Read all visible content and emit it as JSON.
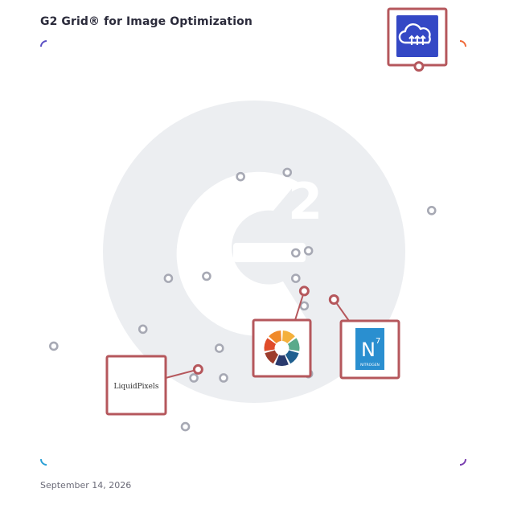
{
  "header": {
    "title": "G2 Grid® for Image Optimization"
  },
  "footer": {
    "date": "September 14, 2026"
  },
  "colors": {
    "frame_top_left": "#5a4fc4",
    "frame_top_right": "#f06a3a",
    "frame_bottom_left": "#2aa0d6",
    "frame_bottom_right": "#7a3fb0",
    "marker": "#a7a9b4",
    "callout": "#b5575c",
    "watermark": "#eceef1"
  },
  "chart_data": {
    "type": "scatter",
    "title": "G2 Grid® for Image Optimization",
    "xlim": [
      0,
      100
    ],
    "ylim": [
      0,
      100
    ],
    "quadrant_dividers": {
      "x": 50,
      "y": 50
    },
    "points": [
      {
        "x": 47,
        "y": 68
      },
      {
        "x": 58,
        "y": 69
      },
      {
        "x": 92,
        "y": 60
      },
      {
        "x": 60,
        "y": 50
      },
      {
        "x": 63,
        "y": 50.5
      },
      {
        "x": 30,
        "y": 44
      },
      {
        "x": 39,
        "y": 44.5
      },
      {
        "x": 60,
        "y": 44
      },
      {
        "x": 62,
        "y": 37.5
      },
      {
        "x": 24,
        "y": 32
      },
      {
        "x": 3,
        "y": 28
      },
      {
        "x": 42,
        "y": 27.5
      },
      {
        "x": 36,
        "y": 20.5
      },
      {
        "x": 43,
        "y": 20.5
      },
      {
        "x": 34,
        "y": 9
      },
      {
        "x": 63,
        "y": 21.5
      }
    ],
    "highlighted": [
      {
        "id": "cloudinary",
        "icon": "cloud-upload-icon",
        "x": 89,
        "y": 94
      },
      {
        "id": "imagekit",
        "icon": "color-wheel-icon",
        "x": 62,
        "y": 41
      },
      {
        "id": "nitrogen",
        "icon": "nitrogen-n7-icon",
        "x": 69,
        "y": 39
      },
      {
        "id": "liquidpixels",
        "icon": "liquidpixels-logo",
        "x": 37,
        "y": 22.5
      }
    ],
    "logo_text": {
      "liquidpixels": "LiquidPixels",
      "nitrogen_letter": "N",
      "nitrogen_sup": "7",
      "nitrogen_word": "NITROGEN"
    }
  }
}
